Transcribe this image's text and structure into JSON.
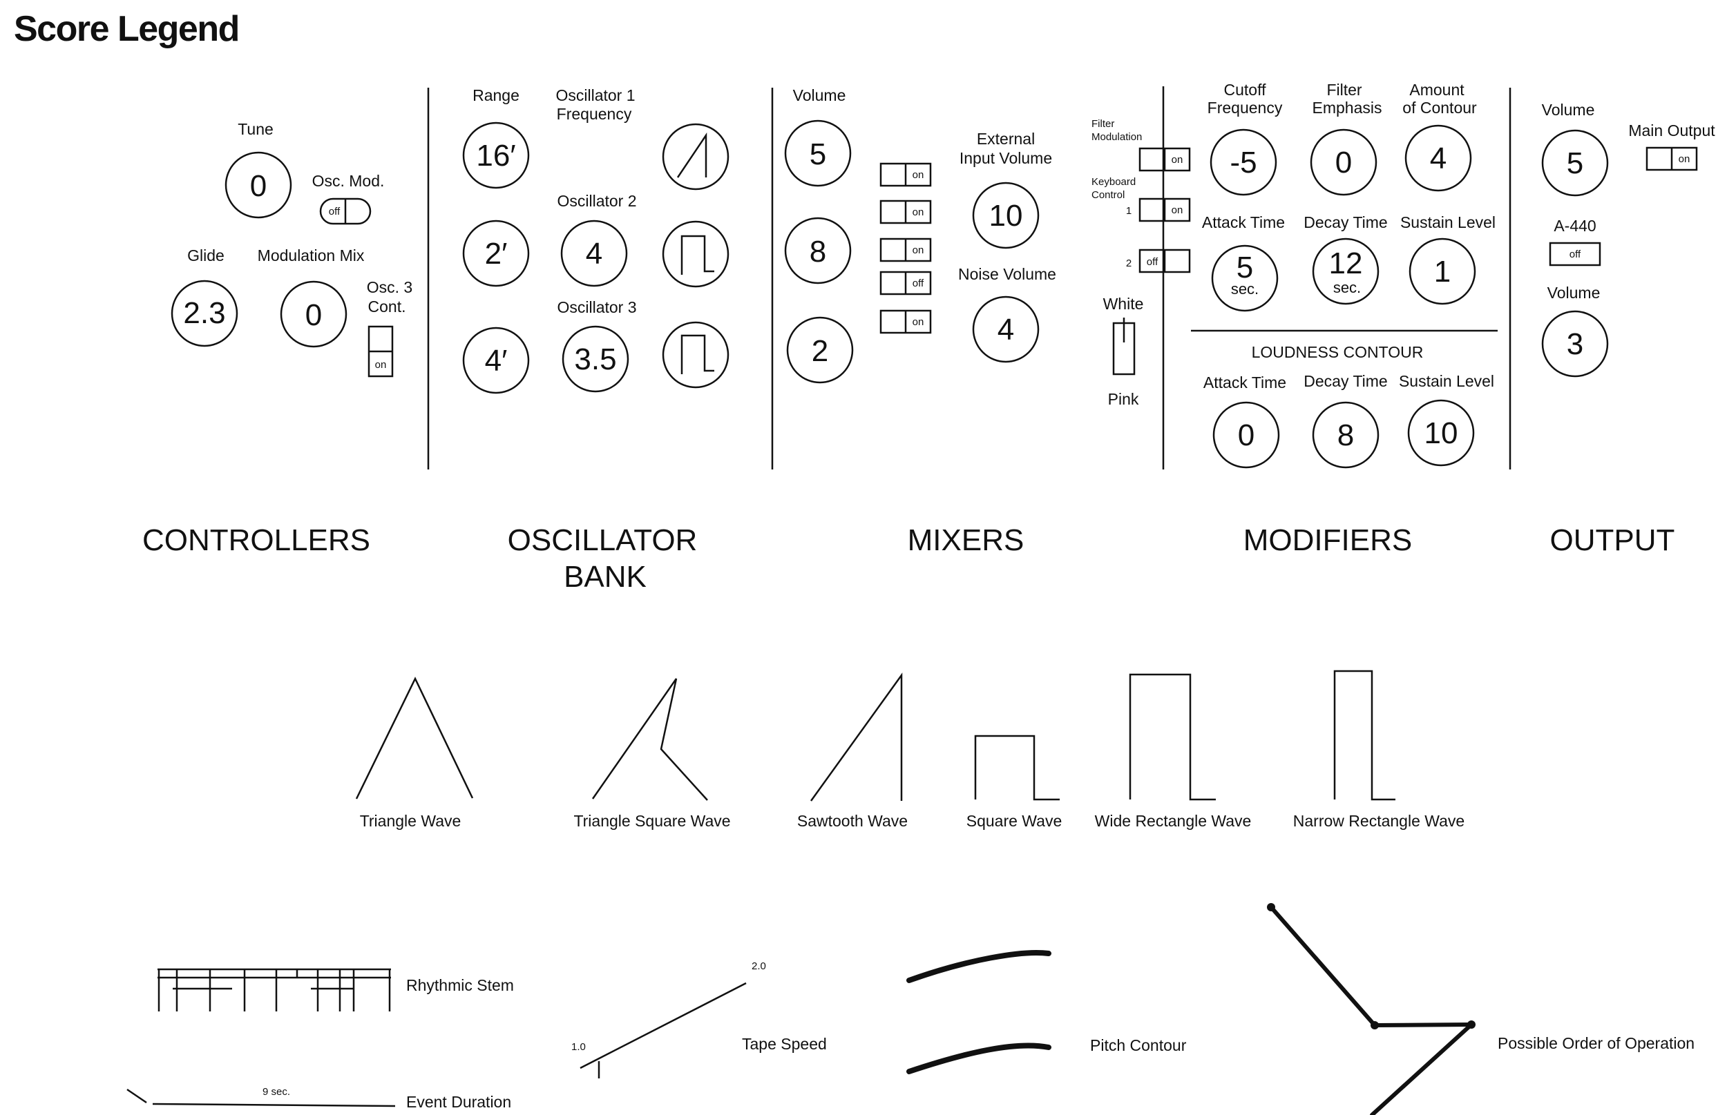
{
  "title": "Score Legend",
  "controllers": {
    "tune": {
      "label": "Tune",
      "value": "0"
    },
    "osc_mod": {
      "label": "Osc. Mod.",
      "state": "off"
    },
    "glide": {
      "label": "Glide",
      "value": "2.3"
    },
    "modulation_mix": {
      "label": "Modulation Mix",
      "value": "0"
    },
    "osc3_cont": {
      "label1": "Osc. 3",
      "label2": "Cont.",
      "state": "on"
    },
    "section": "CONTROLLERS"
  },
  "oscillator_bank": {
    "range_label": "Range",
    "osc1_label1": "Oscillator 1",
    "osc1_label2": "Frequency",
    "osc2_label": "Oscillator 2",
    "osc3_label": "Oscillator 3",
    "ranges": [
      "16′",
      "2′",
      "4′"
    ],
    "osc2_value": "4",
    "osc3_value": "3.5",
    "section1": "OSCILLATOR",
    "section2": "BANK"
  },
  "mixers": {
    "volume_label": "Volume",
    "volumes": [
      "5",
      "8",
      "2"
    ],
    "switches": [
      "on",
      "on",
      "on",
      "off",
      "on"
    ],
    "external_label1": "External",
    "external_label2": "Input Volume",
    "external_value": "10",
    "noise_label": "Noise Volume",
    "noise_value": "4",
    "section": "MIXERS"
  },
  "modifiers": {
    "filter_mod_label1": "Filter",
    "filter_mod_label2": "Modulation",
    "filter_mod_state": "on",
    "keyboard_label1": "Keyboard",
    "keyboard_label2": "Control",
    "kb1_num": "1",
    "kb1_state": "on",
    "kb2_num": "2",
    "kb2_state": "off",
    "white_label": "White",
    "pink_label": "Pink",
    "cutoff_label1": "Cutoff",
    "cutoff_label2": "Frequency",
    "cutoff_value": "-5",
    "emphasis_label1": "Filter",
    "emphasis_label2": "Emphasis",
    "emphasis_value": "0",
    "contour_label1": "Amount",
    "contour_label2": "of Contour",
    "contour_value": "4",
    "filt_attack_label": "Attack Time",
    "filt_attack_value": "5",
    "filt_attack_unit": "sec.",
    "filt_decay_label": "Decay Time",
    "filt_decay_value": "12",
    "filt_decay_unit": "sec.",
    "filt_sustain_label": "Sustain Level",
    "filt_sustain_value": "1",
    "loudness_heading": "LOUDNESS CONTOUR",
    "loud_attack_label": "Attack Time",
    "loud_attack_value": "0",
    "loud_decay_label": "Decay Time",
    "loud_decay_value": "8",
    "loud_sustain_label": "Sustain Level",
    "loud_sustain_value": "10",
    "section": "MODIFIERS"
  },
  "output": {
    "volume_label": "Volume",
    "volume_value": "5",
    "main_output_label": "Main Output",
    "main_output_state": "on",
    "a440_label": "A-440",
    "a440_state": "off",
    "volume2_label": "Volume",
    "volume2_value": "3",
    "section": "OUTPUT"
  },
  "waves": {
    "triangle": "Triangle Wave",
    "triangle_square": "Triangle Square Wave",
    "sawtooth": "Sawtooth Wave",
    "square": "Square Wave",
    "wide_rect": "Wide Rectangle Wave",
    "narrow_rect": "Narrow Rectangle Wave"
  },
  "notation": {
    "rhythmic_stem": "Rhythmic Stem",
    "event_duration": "Event Duration",
    "duration_value": "9 sec.",
    "tape_speed": "Tape Speed",
    "tape_start": "1.0",
    "tape_end": "2.0",
    "pitch_contour": "Pitch Contour",
    "order_of_operation": "Possible Order of Operation"
  }
}
